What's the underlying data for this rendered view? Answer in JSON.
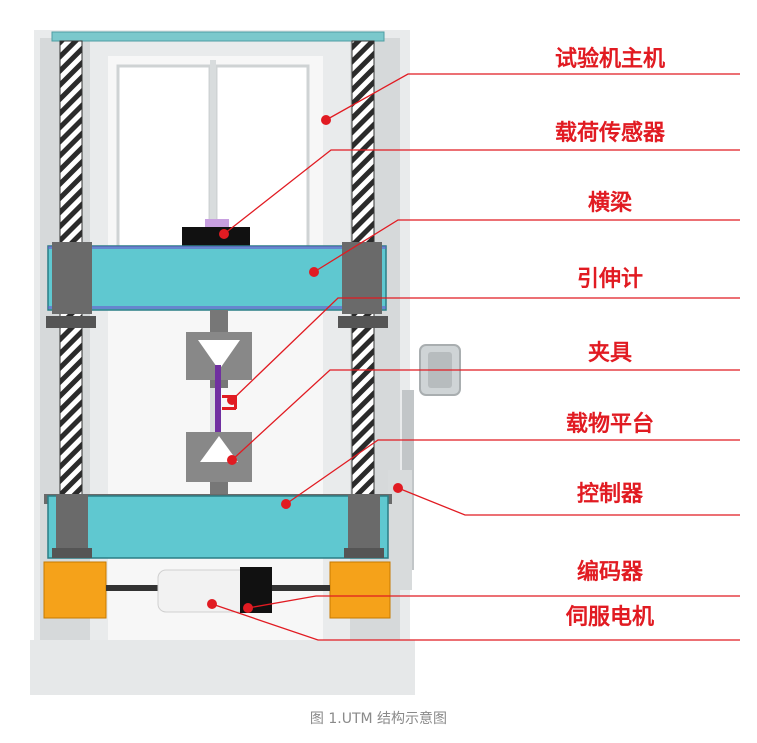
{
  "figure": {
    "caption": "图 1.UTM 结构示意图",
    "label_color": "#e11b22",
    "frame_color": "#5fc8d0",
    "callouts": [
      {
        "id": "host",
        "text": "试验机主机"
      },
      {
        "id": "load-cell",
        "text": "载荷传感器"
      },
      {
        "id": "crossbeam",
        "text": "横梁"
      },
      {
        "id": "extensometer",
        "text": "引伸计"
      },
      {
        "id": "fixture",
        "text": "夹具"
      },
      {
        "id": "platform",
        "text": "载物平台"
      },
      {
        "id": "controller",
        "text": "控制器"
      },
      {
        "id": "encoder",
        "text": "编码器"
      },
      {
        "id": "servo-motor",
        "text": "伺服电机"
      }
    ]
  }
}
